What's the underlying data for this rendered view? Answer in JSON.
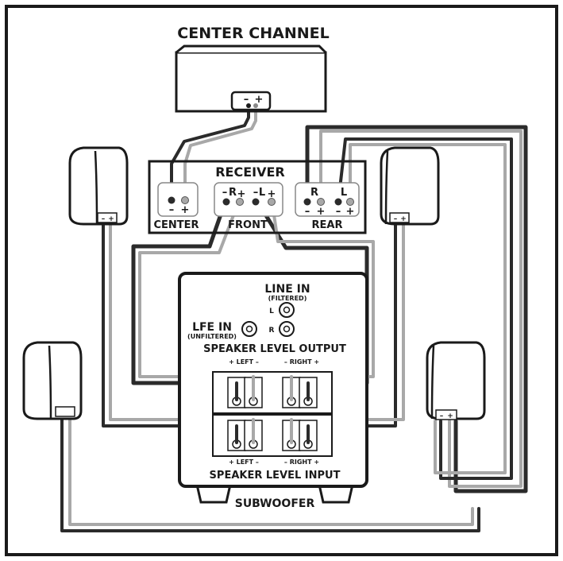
{
  "title": "CENTER CHANNEL",
  "receiver": {
    "title": "RECEIVER",
    "center_label": "CENTER",
    "front_label": "FRONT",
    "rear_label": "REAR",
    "minus": "–",
    "plus": "+",
    "r": "R",
    "l": "L"
  },
  "subwoofer": {
    "line_in": "LINE IN",
    "filtered": "(FILTERED)",
    "lfe_in": "LFE IN",
    "unfiltered": "(UNFILTERED)",
    "l": "L",
    "r": "R",
    "output_label": "SPEAKER LEVEL OUTPUT",
    "input_label": "SPEAKER LEVEL INPUT",
    "left_top": "+ LEFT –",
    "right_top": "– RIGHT +",
    "left_bottom": "+ LEFT –",
    "right_bottom": "– RIGHT +",
    "name": "SUBWOOFER"
  },
  "colors": {
    "wire_dark": "#2b2b2b",
    "wire_light": "#a8a8a8",
    "outline": "#1a1a1a"
  }
}
